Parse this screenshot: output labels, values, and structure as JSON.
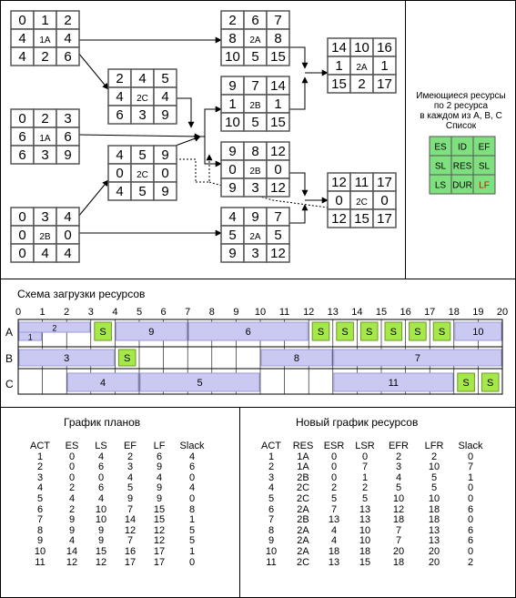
{
  "nodes": [
    {
      "id": "n1",
      "cells": [
        "0",
        "1",
        "2",
        "4",
        "1A",
        "4",
        "4",
        "2",
        "6"
      ]
    },
    {
      "id": "n2",
      "cells": [
        "0",
        "2",
        "3",
        "6",
        "1A",
        "6",
        "6",
        "3",
        "9"
      ]
    },
    {
      "id": "n3",
      "cells": [
        "0",
        "3",
        "4",
        "0",
        "2B",
        "0",
        "0",
        "4",
        "4"
      ]
    },
    {
      "id": "n4",
      "cells": [
        "2",
        "4",
        "5",
        "4",
        "2C",
        "4",
        "6",
        "3",
        "9"
      ]
    },
    {
      "id": "n5",
      "cells": [
        "4",
        "5",
        "9",
        "0",
        "2C",
        "0",
        "4",
        "5",
        "9"
      ]
    },
    {
      "id": "n6",
      "cells": [
        "2",
        "6",
        "7",
        "8",
        "2A",
        "8",
        "10",
        "5",
        "15"
      ]
    },
    {
      "id": "n7",
      "cells": [
        "9",
        "7",
        "14",
        "1",
        "2B",
        "1",
        "10",
        "5",
        "15"
      ]
    },
    {
      "id": "n8",
      "cells": [
        "9",
        "8",
        "12",
        "0",
        "2B",
        "0",
        "9",
        "3",
        "12"
      ]
    },
    {
      "id": "n9",
      "cells": [
        "4",
        "9",
        "7",
        "5",
        "2A",
        "5",
        "9",
        "3",
        "12"
      ]
    },
    {
      "id": "n10",
      "cells": [
        "14",
        "10",
        "16",
        "1",
        "2A",
        "1",
        "15",
        "2",
        "17"
      ]
    },
    {
      "id": "n11",
      "cells": [
        "12",
        "11",
        "17",
        "0",
        "2C",
        "0",
        "12",
        "15",
        "17"
      ]
    }
  ],
  "resources_note": [
    "Имеющиеся ресурсы",
    "по 2 ресурса",
    "в каждом из A, B, C",
    "Список"
  ],
  "legend": [
    "ES",
    "ID",
    "EF",
    "SL",
    "RES",
    "SL",
    "LS",
    "DUR",
    "LF"
  ],
  "colors": {
    "node_border": "#555555",
    "legend_green": "#7ee07e",
    "lf_red": "#e00000",
    "bar_fill": "#c9c9f2",
    "bar_border": "#9a9ad8",
    "slack_fill": "#a6e84a"
  },
  "chart_data": {
    "type": "gantt",
    "title": "Схема загрузки ресурсов",
    "x_ticks": [
      0,
      1,
      2,
      3,
      4,
      5,
      6,
      7,
      8,
      9,
      10,
      11,
      12,
      13,
      14,
      15,
      16,
      17,
      18,
      19,
      20
    ],
    "rows": [
      "A",
      "B",
      "C"
    ],
    "bars": [
      {
        "row": "A",
        "label": "2",
        "start": 0,
        "end": 3,
        "level": "top"
      },
      {
        "row": "A",
        "label": "1",
        "start": 0,
        "end": 1,
        "level": "bottom"
      },
      {
        "row": "A",
        "label": "S",
        "start": 3,
        "end": 4,
        "kind": "slack"
      },
      {
        "row": "A",
        "label": "9",
        "start": 4,
        "end": 7
      },
      {
        "row": "A",
        "label": "6",
        "start": 7,
        "end": 12
      },
      {
        "row": "A",
        "label": "S",
        "start": 12,
        "end": 13,
        "kind": "slack"
      },
      {
        "row": "A",
        "label": "S",
        "start": 13,
        "end": 14,
        "kind": "slack"
      },
      {
        "row": "A",
        "label": "S",
        "start": 14,
        "end": 15,
        "kind": "slack"
      },
      {
        "row": "A",
        "label": "S",
        "start": 15,
        "end": 16,
        "kind": "slack"
      },
      {
        "row": "A",
        "label": "S",
        "start": 16,
        "end": 17,
        "kind": "slack"
      },
      {
        "row": "A",
        "label": "S",
        "start": 17,
        "end": 18,
        "kind": "slack"
      },
      {
        "row": "A",
        "label": "10",
        "start": 18,
        "end": 20
      },
      {
        "row": "B",
        "label": "3",
        "start": 0,
        "end": 4
      },
      {
        "row": "B",
        "label": "S",
        "start": 4,
        "end": 5,
        "kind": "slack"
      },
      {
        "row": "B",
        "label": "8",
        "start": 10,
        "end": 13
      },
      {
        "row": "B",
        "label": "7",
        "start": 13,
        "end": 20
      },
      {
        "row": "C",
        "label": "4",
        "start": 2,
        "end": 5
      },
      {
        "row": "C",
        "label": "5",
        "start": 5,
        "end": 10
      },
      {
        "row": "C",
        "label": "11",
        "start": 13,
        "end": 18
      },
      {
        "row": "C",
        "label": "S",
        "start": 18,
        "end": 19,
        "kind": "slack"
      },
      {
        "row": "C",
        "label": "S",
        "start": 19,
        "end": 20,
        "kind": "slack"
      }
    ]
  },
  "plan_table": {
    "title": "График планов",
    "headers": [
      "ACT",
      "ES",
      "LS",
      "EF",
      "LF",
      "Slack"
    ],
    "rows": [
      [
        "1",
        "0",
        "4",
        "2",
        "6",
        "4"
      ],
      [
        "2",
        "0",
        "6",
        "3",
        "9",
        "6"
      ],
      [
        "3",
        "0",
        "0",
        "4",
        "4",
        "0"
      ],
      [
        "4",
        "2",
        "6",
        "5",
        "9",
        "4"
      ],
      [
        "5",
        "4",
        "4",
        "9",
        "9",
        "0"
      ],
      [
        "6",
        "2",
        "10",
        "7",
        "15",
        "8"
      ],
      [
        "7",
        "9",
        "10",
        "14",
        "15",
        "1"
      ],
      [
        "8",
        "9",
        "9",
        "12",
        "12",
        "5"
      ],
      [
        "9",
        "4",
        "9",
        "7",
        "12",
        "5"
      ],
      [
        "10",
        "14",
        "15",
        "16",
        "17",
        "1"
      ],
      [
        "11",
        "12",
        "12",
        "17",
        "17",
        "0"
      ]
    ]
  },
  "resource_table": {
    "title": "Новый график ресурсов",
    "headers": [
      "ACT",
      "RES",
      "ESR",
      "LSR",
      "EFR",
      "LFR",
      "Slack"
    ],
    "rows": [
      [
        "1",
        "1A",
        "0",
        "0",
        "2",
        "2",
        "0"
      ],
      [
        "2",
        "1A",
        "0",
        "7",
        "3",
        "10",
        "7"
      ],
      [
        "3",
        "2B",
        "0",
        "1",
        "4",
        "5",
        "1"
      ],
      [
        "4",
        "2C",
        "2",
        "2",
        "5",
        "5",
        "0"
      ],
      [
        "5",
        "2C",
        "5",
        "5",
        "10",
        "10",
        "0"
      ],
      [
        "6",
        "2A",
        "7",
        "13",
        "12",
        "18",
        "6"
      ],
      [
        "7",
        "2B",
        "13",
        "13",
        "18",
        "18",
        "0"
      ],
      [
        "8",
        "2A",
        "4",
        "10",
        "7",
        "13",
        "6"
      ],
      [
        "9",
        "2A",
        "4",
        "10",
        "7",
        "13",
        "6"
      ],
      [
        "10",
        "2A",
        "18",
        "18",
        "20",
        "20",
        "0"
      ],
      [
        "11",
        "2C",
        "13",
        "15",
        "18",
        "20",
        "2"
      ]
    ]
  }
}
